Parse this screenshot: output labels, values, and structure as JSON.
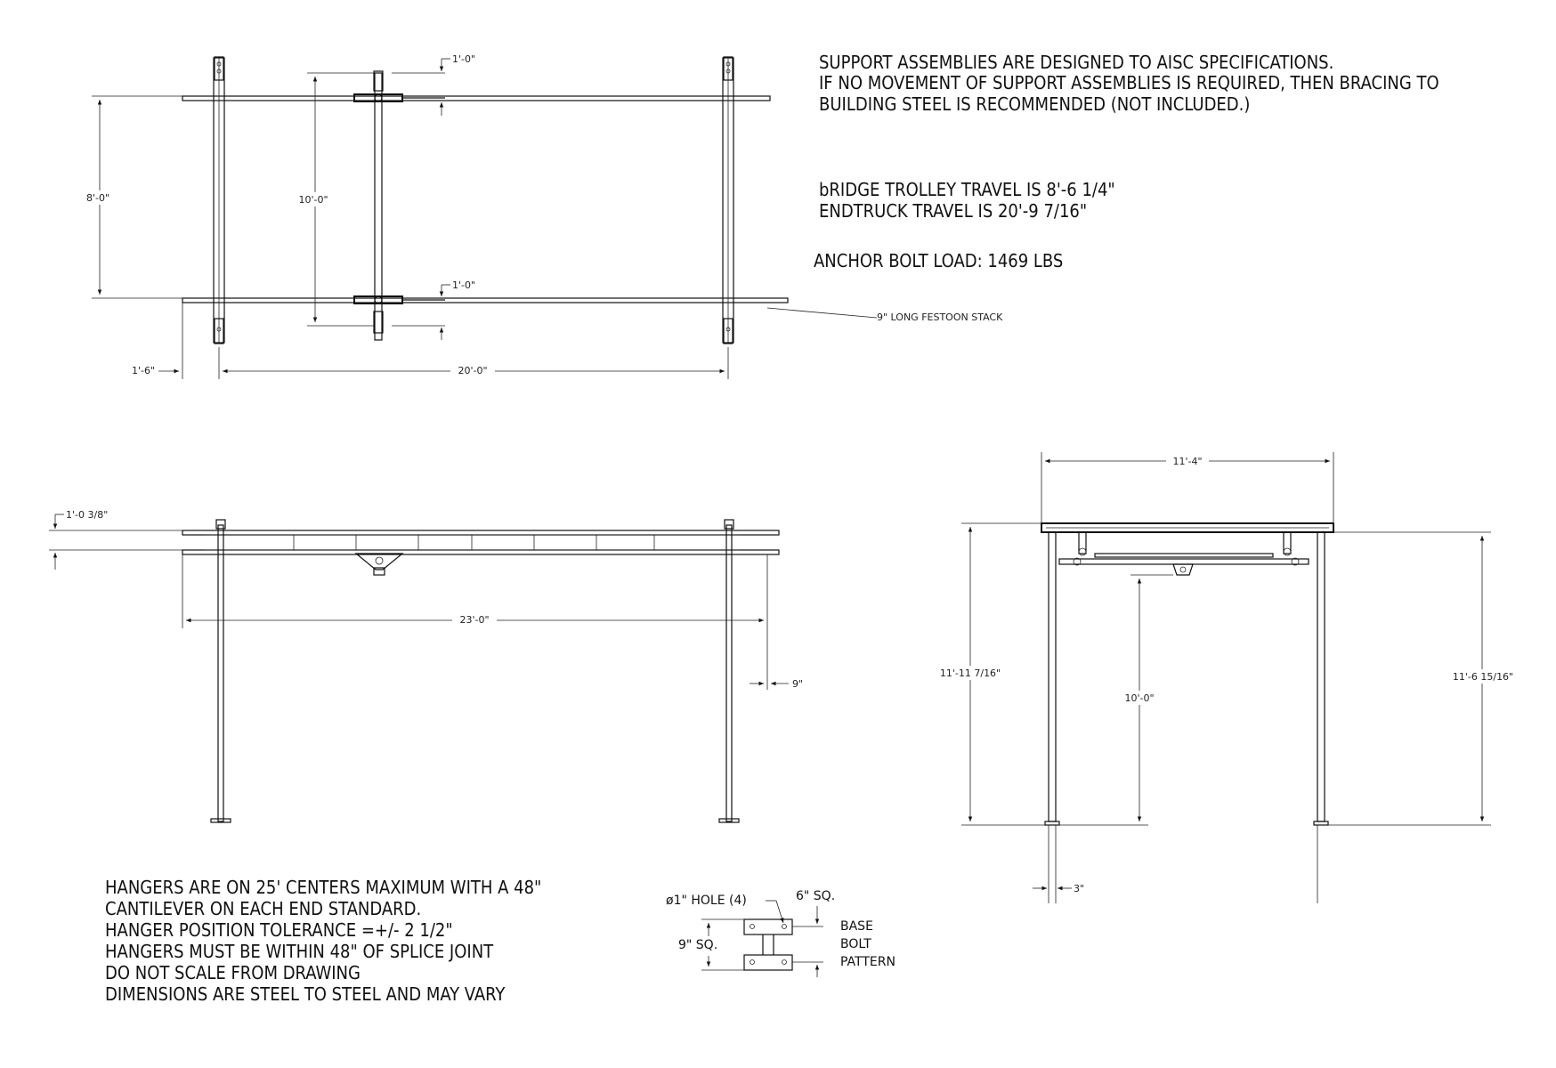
{
  "notes_top": [
    "SUPPORT ASSEMBLIES ARE DESIGNED TO AISC SPECIFICATIONS.",
    "IF NO MOVEMENT OF SUPPORT ASSEMBLIES IS REQUIRED, THEN BRACING TO",
    "BUILDING STEEL IS RECOMMENDED (NOT INCLUDED.)"
  ],
  "travel_notes": [
    "bRIDGE TROLLEY TRAVEL IS 8'-6 1/4\"",
    "ENDTRUCK TRAVEL IS 20'-9 7/16\""
  ],
  "anchor_note": "ANCHOR BOLT LOAD: 1469 LBS",
  "notes_bottom": [
    "HANGERS ARE ON 25' CENTERS MAXIMUM WITH A 48\"",
    "CANTILEVER ON EACH END STANDARD.",
    "HANGER POSITION TOLERANCE =+/- 2 1/2\"",
    "HANGERS MUST BE WITHIN 48\" OF SPLICE JOINT",
    "DO NOT SCALE FROM DRAWING",
    "DIMENSIONS ARE STEEL TO STEEL AND MAY VARY"
  ],
  "plan_view": {
    "dim_8_0": "8'-0\"",
    "dim_10_0": "10'-0\"",
    "dim_1_0_top": "1'-0\"",
    "dim_1_0_bottom": "1'-0\"",
    "dim_1_6": "1'-6\"",
    "dim_20_0": "20'-0\"",
    "festoon_label": "9\" LONG FESTOON STACK"
  },
  "side_view": {
    "dim_1_0_3_8": "1'-0 3/8\"",
    "dim_23_0": "23'-0\"",
    "dim_9": "9\""
  },
  "end_view": {
    "dim_11_4": "11'-4\"",
    "dim_11_11_7_16": "11'-11 7/16\"",
    "dim_10_0": "10'-0\"",
    "dim_11_6_15_16": "11'-6 15/16\"",
    "dim_3": "3\""
  },
  "base_detail": {
    "hole_label": "ø1\" HOLE (4)",
    "sq6_label": "6\" SQ.",
    "sq9_label": "9\" SQ.",
    "title_lines": [
      "BASE",
      "BOLT",
      "PATTERN"
    ]
  }
}
